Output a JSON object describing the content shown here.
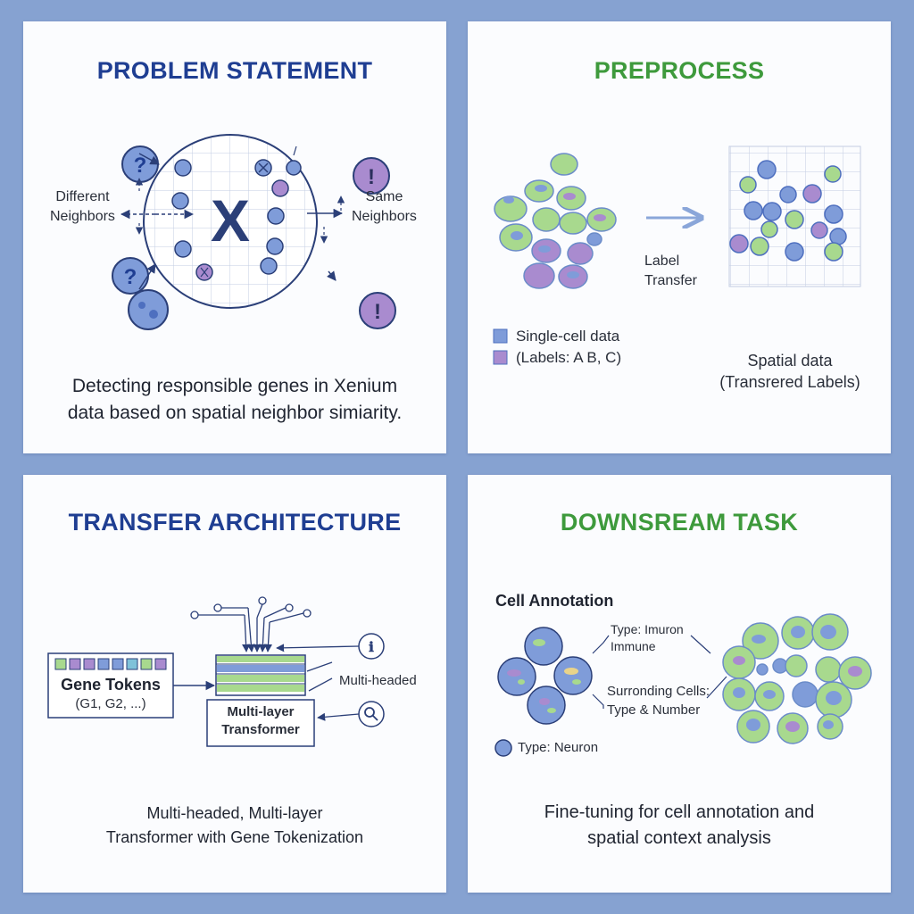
{
  "colors": {
    "background": "#86a2d1",
    "panel": "#fbfcfe",
    "title_blue": "#1f3e92",
    "title_green": "#3e9a3c",
    "cell_blue": "#7f9cd9",
    "cell_purple": "#a98bcf",
    "cell_green": "#a8d98e"
  },
  "panel1": {
    "title": "PROBLEM STATEMENT",
    "left_label_1": "Different",
    "left_label_2": "Neighbors",
    "right_label_1": "Same",
    "right_label_2": "Neighbors",
    "center_mark": "X",
    "question_mark": "?",
    "exclamation_mark": "!",
    "caption_line1": "Detecting responsible genes in Xenium",
    "caption_line2": "data based on spatial neighbor simiarity."
  },
  "panel2": {
    "title": "PREPROCESS",
    "arrow_label_1": "Label",
    "arrow_label_2": "Transfer",
    "legend_1": "Single-cell data",
    "legend_2": "(Labels: A B, C)",
    "spatial_label_1": "Spatial data",
    "spatial_label_2": "(Transrered Labels)"
  },
  "panel3": {
    "title": "TRANSFER ARCHITECTURE",
    "tokens_title": "Gene Tokens",
    "tokens_sub": "(G1, G2, ...)",
    "multi_headed": "Multi-headed",
    "model_line1": "Multi-layer",
    "model_line2": "Transformer",
    "caption_line1": "Multi-headed, Multi-layer",
    "caption_line2": "Transformer with Gene Tokenization"
  },
  "panel4": {
    "title": "DOWNSREAM TASK",
    "cell_annotation": "Cell Annotation",
    "type_line1": "Type: Imuron",
    "type_line2": "Immune",
    "surround_line1": "Surronding Cells:",
    "surround_line2": "Type & Number",
    "legend": "Type: Neuron",
    "caption_line1": "Fine-tuning for cell annotation and",
    "caption_line2": "spatial context analysis"
  }
}
